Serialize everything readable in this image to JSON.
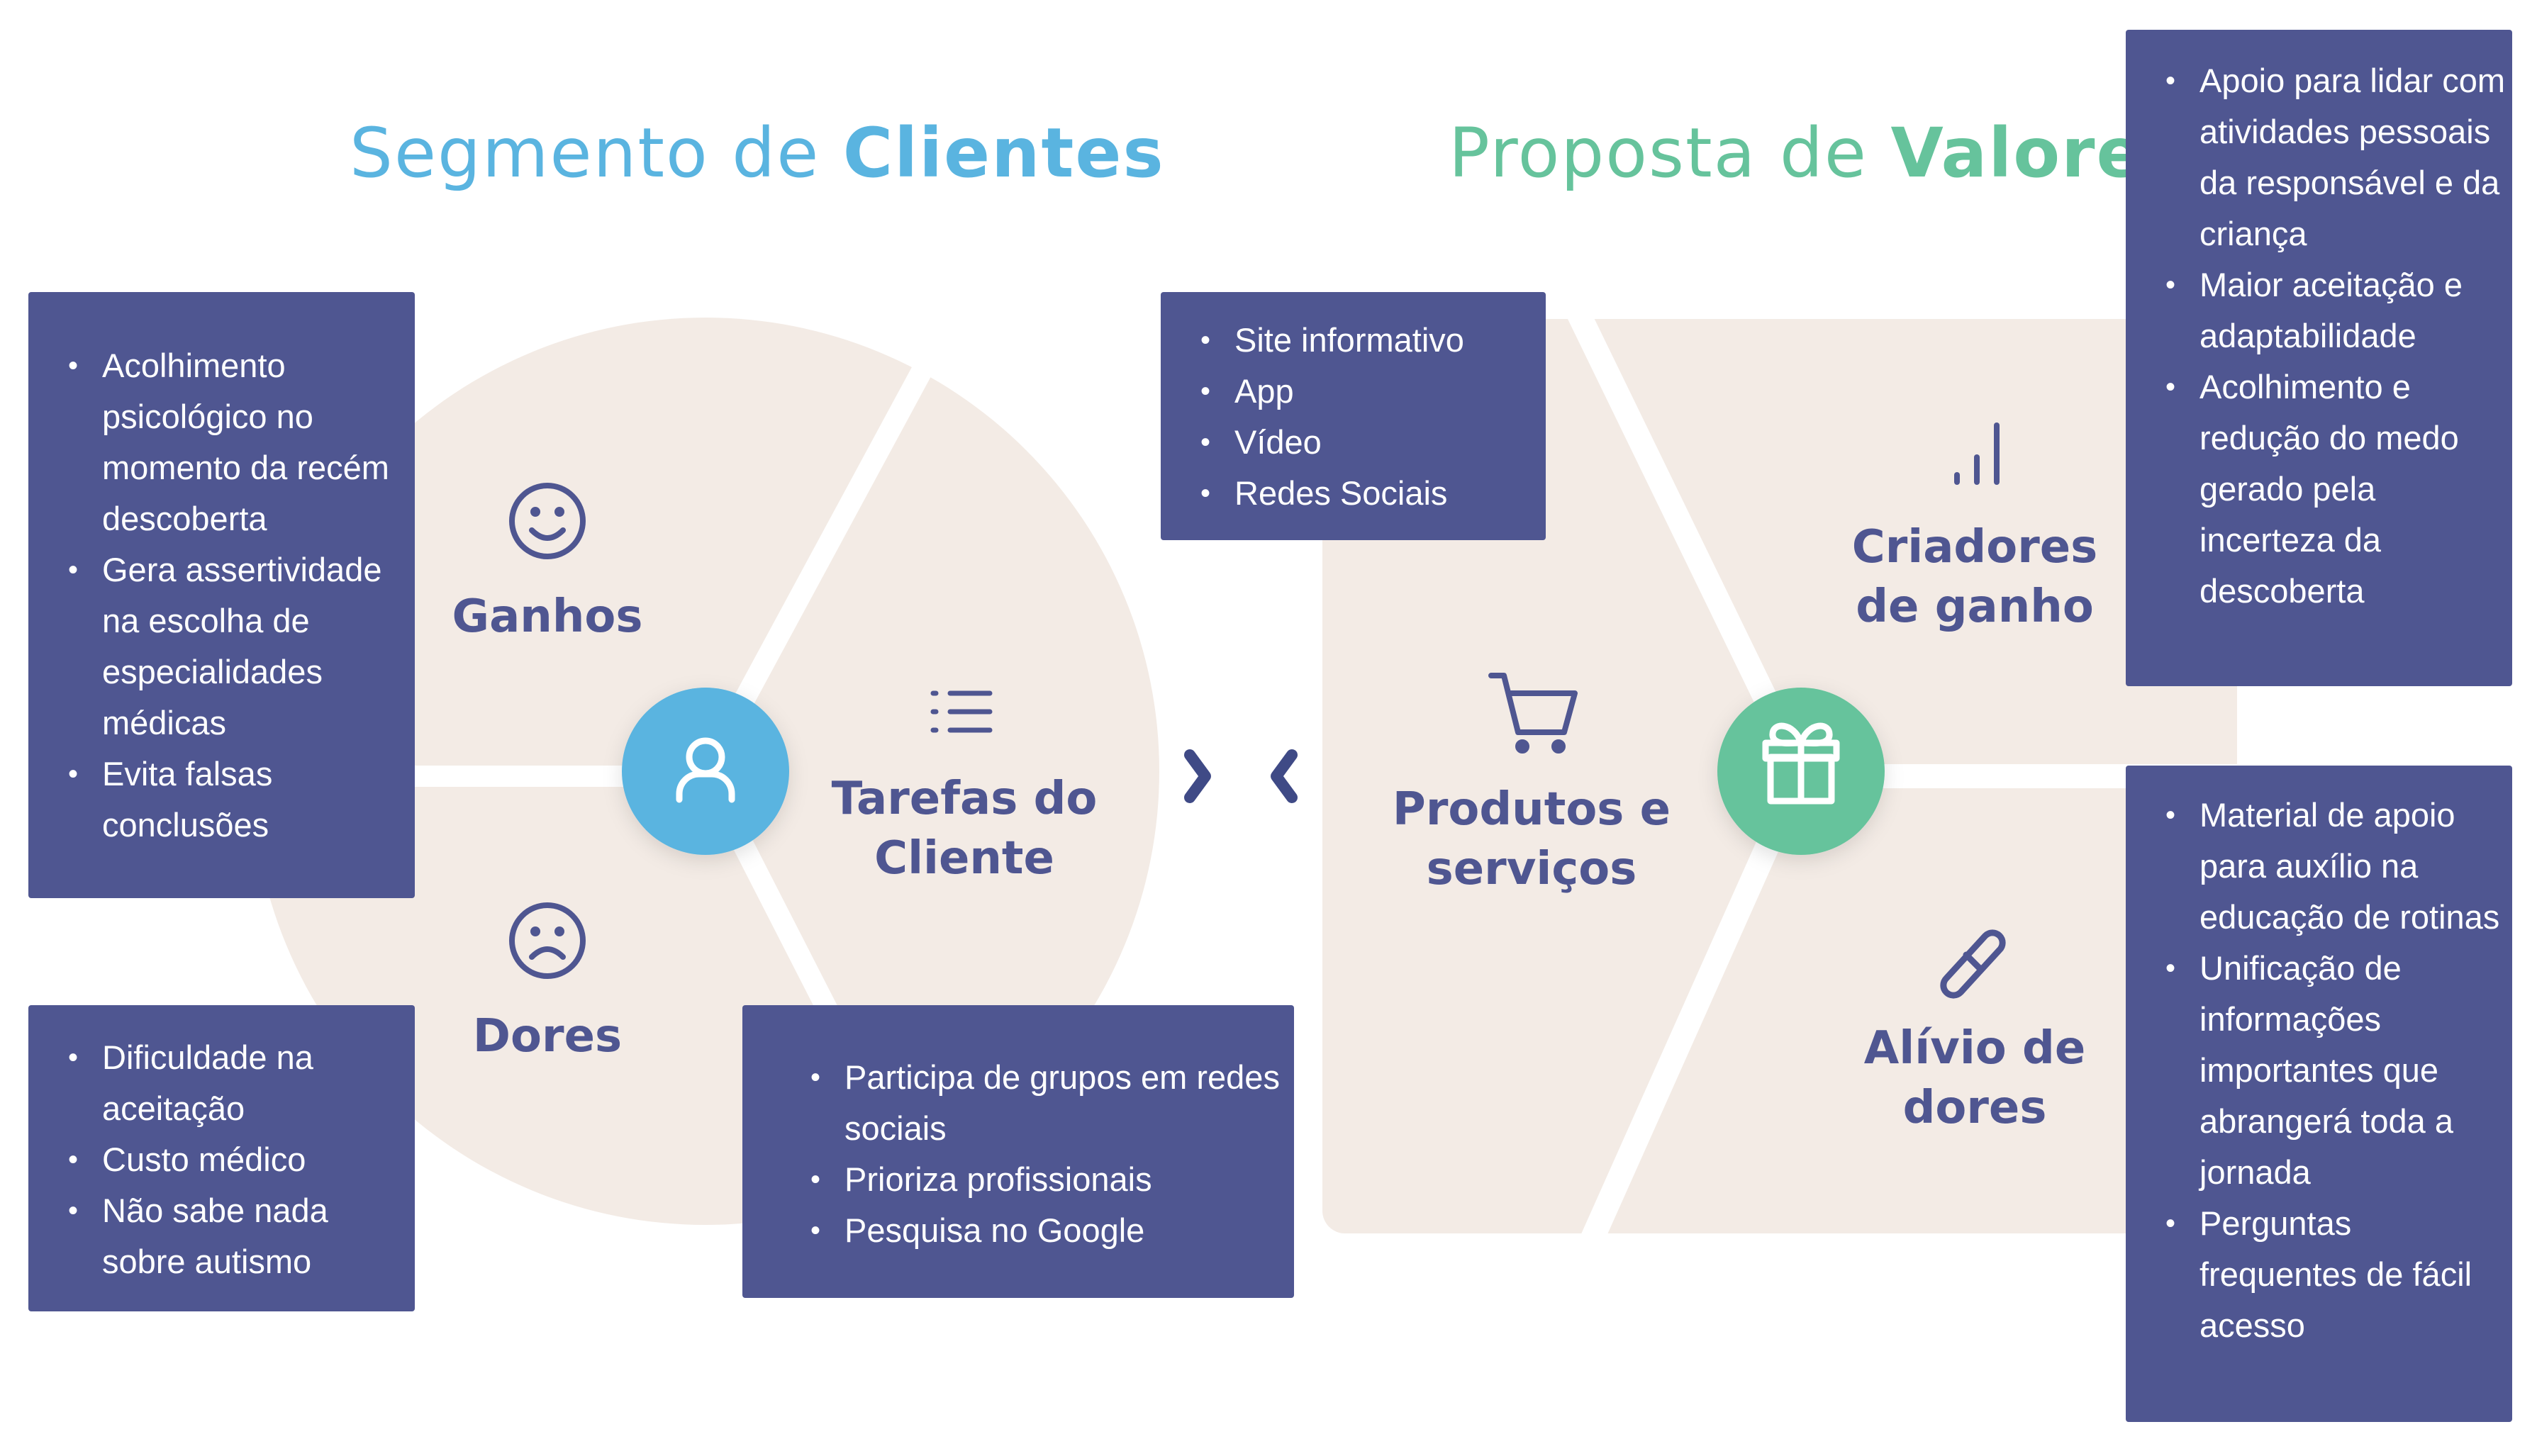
{
  "titles": {
    "left": {
      "light": "Segmento de ",
      "bold": "Clientes"
    },
    "right": {
      "light": "Proposta de ",
      "bold": "Valores"
    }
  },
  "colors": {
    "left_accent": "#5ab4e0",
    "right_accent": "#66c39c",
    "box": "#4f5691",
    "label": "#4f5691",
    "shape_fill": "#f3ebe5"
  },
  "segments": {
    "gains": {
      "label": "Ganhos",
      "icon": "smile-icon"
    },
    "pains": {
      "label": "Dores",
      "icon": "sad-face-icon"
    },
    "jobs": {
      "label_line1": "Tarefas do",
      "label_line2": "Cliente",
      "icon": "list-icon"
    },
    "center_left": {
      "icon": "user-icon"
    },
    "products": {
      "label_line1": "Produtos e",
      "label_line2": "serviços",
      "icon": "cart-icon"
    },
    "gain_creators": {
      "label_line1": "Criadores",
      "label_line2": "de ganho",
      "icon": "bar-chart-icon"
    },
    "pain_relievers": {
      "label_line1": "Alívio de",
      "label_line2": "dores",
      "icon": "pill-icon"
    },
    "center_right": {
      "icon": "gift-icon"
    }
  },
  "boxes": {
    "gains": [
      "Acolhimento psicológico no momento da recém descoberta",
      "Gera assertividade na escolha de especialidades médicas",
      "Evita falsas conclusões"
    ],
    "pains": [
      "Dificuldade na aceitação",
      "Custo médico",
      "Não sabe nada sobre autismo"
    ],
    "jobs": [
      "Participa de grupos em redes sociais",
      "Prioriza profissionais",
      "Pesquisa no Google"
    ],
    "products": [
      "Site informativo",
      "App",
      "Vídeo",
      "Redes Sociais"
    ],
    "gain_creators": [
      "Apoio para lidar com atividades pessoais da responsável e da criança",
      "Maior aceitação e adaptabilidade",
      "Acolhimento e redução do medo gerado pela incerteza da descoberta"
    ],
    "pain_relievers": [
      "Material de apoio para auxílio na educação de rotinas",
      "Unificação de informações importantes que abrangerá toda a jornada",
      "Perguntas frequentes de fácil acesso"
    ]
  }
}
